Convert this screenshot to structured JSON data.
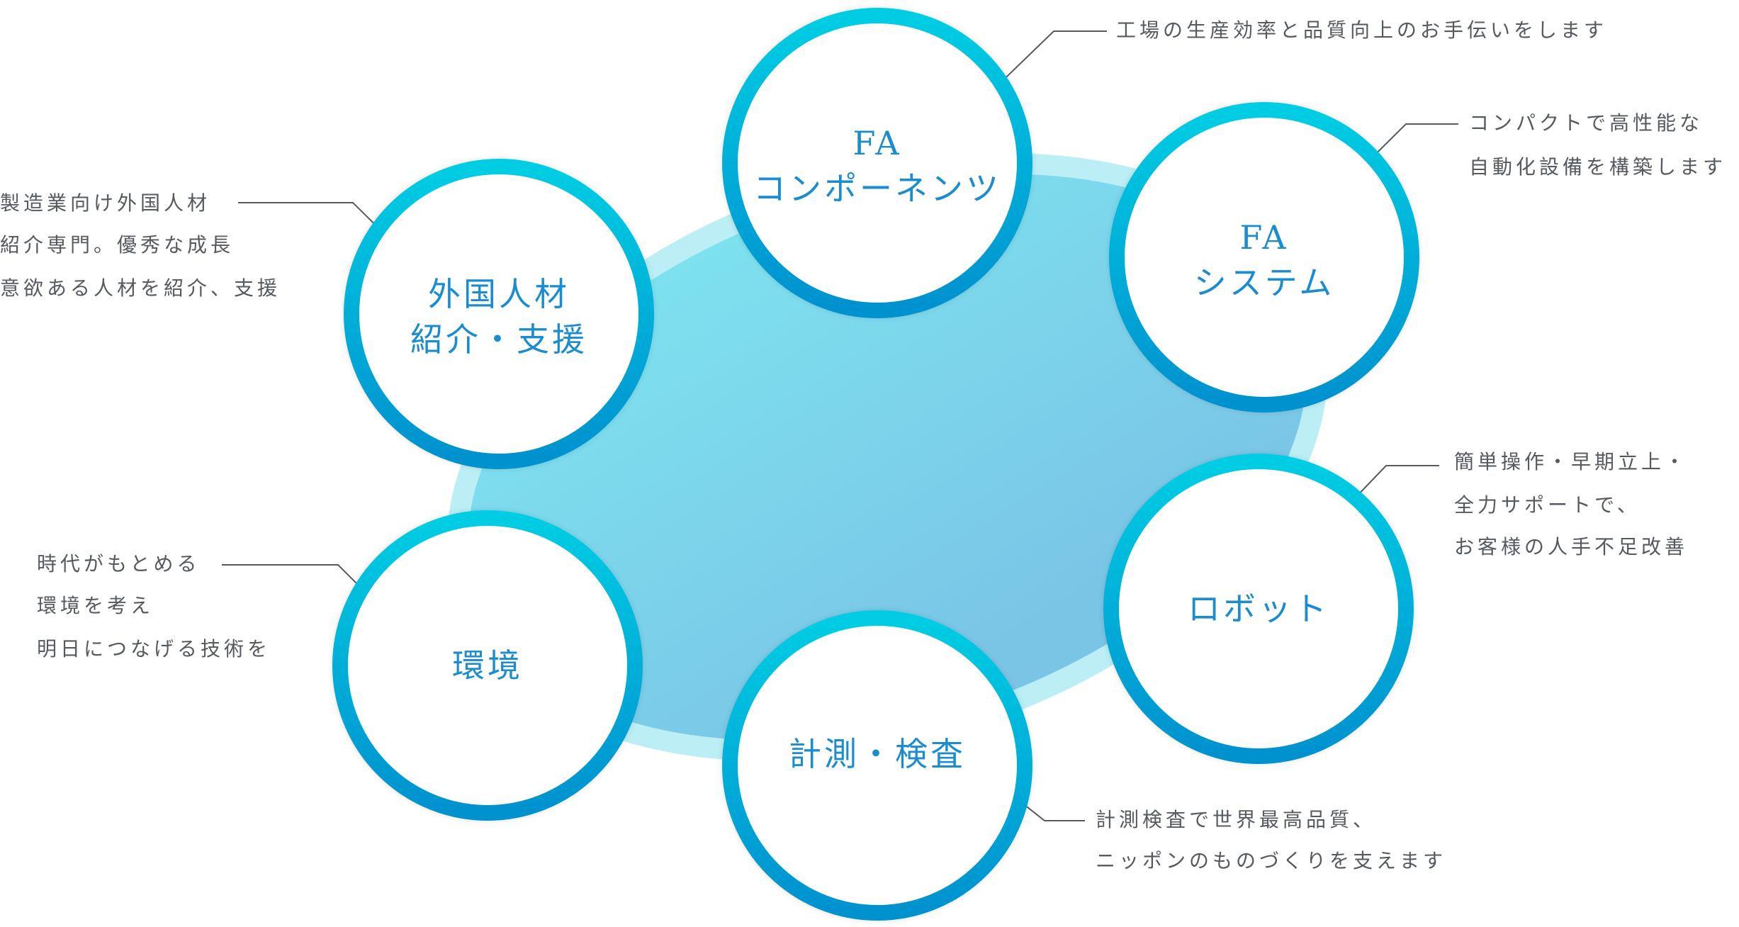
{
  "nodes": {
    "fa_components": {
      "title": [
        "FA",
        "コンポーネンツ"
      ],
      "desc": [
        "工場の生産効率と品質向上のお手伝いをします"
      ]
    },
    "fa_system": {
      "title": [
        "FA",
        "システム"
      ],
      "desc": [
        "コンパクトで高性能な",
        "自動化設備を構築します"
      ]
    },
    "foreign_talent": {
      "title": [
        "外国人材",
        "紹介・支援"
      ],
      "desc": [
        "製造業向け外国人材",
        "紹介専門。優秀な成長",
        "意欲ある人材を紹介、支援"
      ]
    },
    "environment": {
      "title": [
        "環境"
      ],
      "desc": [
        "時代がもとめる",
        "環境を考え",
        "明日につなげる技術を"
      ]
    },
    "measurement": {
      "title": [
        "計測・検査"
      ],
      "desc": [
        "計測検査で世界最高品質、",
        "ニッポンのものづくりを支えます"
      ]
    },
    "robot": {
      "title": [
        "ロボット"
      ],
      "desc": [
        "簡単操作・早期立上・",
        "全力サポートで、",
        "お客様の人手不足改善"
      ]
    }
  },
  "colors": {
    "ring_top": "#06cde3",
    "ring_bottom": "#0591cf",
    "title": "#1a8ccf",
    "text": "#555a60"
  }
}
